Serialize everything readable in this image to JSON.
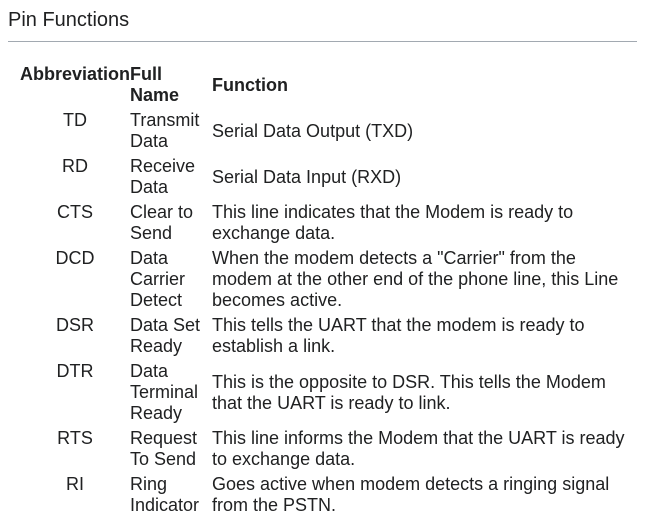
{
  "heading": "Pin Functions",
  "table": {
    "headers": [
      "Abbreviation",
      "Full Name",
      "Function"
    ],
    "rows": [
      {
        "abbreviation": "TD",
        "full_name": "Transmit Data",
        "function": "Serial Data Output (TXD)"
      },
      {
        "abbreviation": "RD",
        "full_name": "Receive Data",
        "function": "Serial Data Input (RXD)"
      },
      {
        "abbreviation": "CTS",
        "full_name": "Clear to Send",
        "function": "This line indicates that the Modem is ready to exchange data."
      },
      {
        "abbreviation": "DCD",
        "full_name": "Data Carrier Detect",
        "function": "When the modem detects a \"Carrier\" from the modem at the other end of the phone line, this Line becomes active."
      },
      {
        "abbreviation": "DSR",
        "full_name": "Data Set Ready",
        "function": "This tells the UART that the modem is ready to establish a link."
      },
      {
        "abbreviation": "DTR",
        "full_name": "Data Terminal Ready",
        "function": "This is the opposite to DSR. This tells the Modem that the UART is ready to link."
      },
      {
        "abbreviation": "RTS",
        "full_name": "Request To Send",
        "function": "This line informs the Modem that the UART is ready to exchange data."
      },
      {
        "abbreviation": "RI",
        "full_name": "Ring Indicator",
        "function": "Goes active when modem detects a ringing signal from the PSTN."
      }
    ]
  },
  "colors": {
    "text": "#202122",
    "divider": "#a2a9b1",
    "background": "#ffffff"
  }
}
